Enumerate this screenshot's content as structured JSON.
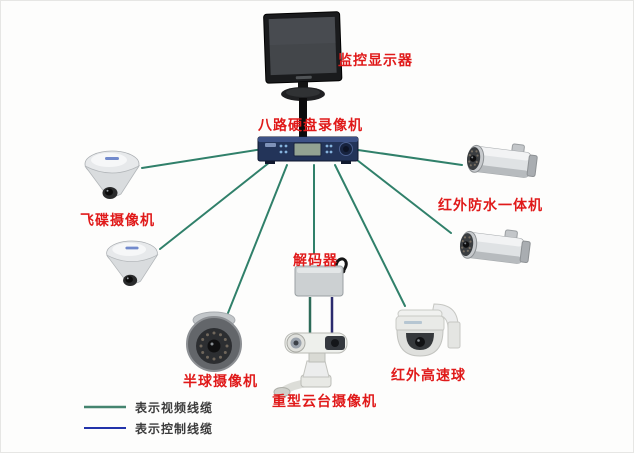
{
  "diagram": {
    "title_implicit": "",
    "label_color": "#e01a1a",
    "video_line_color": "#30806a",
    "control_line_color": "#2b2b6e",
    "nodes": [
      {
        "id": "monitor",
        "label": "监控显示器"
      },
      {
        "id": "dvr",
        "label": "八路硬盘录像机"
      },
      {
        "id": "saucer",
        "label": "飞碟摄像机"
      },
      {
        "id": "bullet",
        "label": "红外防水一体机"
      },
      {
        "id": "dome",
        "label": "半球摄像机"
      },
      {
        "id": "decoder",
        "label": "解码器"
      },
      {
        "id": "ptz",
        "label": "重型云台摄像机"
      },
      {
        "id": "speed_dome",
        "label": "红外高速球"
      }
    ],
    "edges": [
      {
        "from": "dvr",
        "to": "saucer-1",
        "type": "video"
      },
      {
        "from": "dvr",
        "to": "saucer-2",
        "type": "video"
      },
      {
        "from": "dvr",
        "to": "dome",
        "type": "video"
      },
      {
        "from": "dvr",
        "to": "decoder",
        "type": "video"
      },
      {
        "from": "dvr",
        "to": "speed_dome",
        "type": "video"
      },
      {
        "from": "dvr",
        "to": "bullet-1",
        "type": "video"
      },
      {
        "from": "dvr",
        "to": "bullet-2",
        "type": "video"
      },
      {
        "from": "decoder",
        "to": "ptz",
        "type": "video"
      },
      {
        "from": "decoder",
        "to": "ptz",
        "type": "control"
      }
    ]
  },
  "legend": {
    "items": [
      {
        "label": "表示视频线缆",
        "color": "#44846f"
      },
      {
        "label": "表示控制线缆",
        "color": "#2233aa"
      }
    ]
  }
}
